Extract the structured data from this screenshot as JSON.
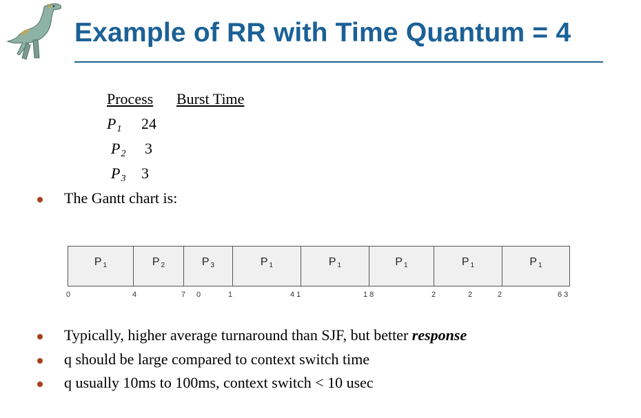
{
  "slide": {
    "title": "Example of RR with Time Quantum = 4",
    "accent_color": "#1b6196",
    "bullet_color": "#a8401d",
    "logo_icon": "dinosaur-logo"
  },
  "process_table": {
    "headers": {
      "process": "Process",
      "burst": "Burst Time"
    },
    "rows": [
      {
        "name": "P",
        "sub": "1",
        "burst": "24"
      },
      {
        "name": "P",
        "sub": "2",
        "burst": "3"
      },
      {
        "name": "P",
        "sub": "3",
        "burst": "3"
      }
    ]
  },
  "bullets": {
    "gantt_intro": "The Gantt chart is:",
    "b1_pre": "Typically, higher average turnaround than SJF, but better ",
    "b1_em": "response",
    "b2": "q should be large compared to context switch time",
    "b3": "q usually 10ms to 100ms, context switch < 10 usec"
  },
  "gantt": {
    "cells": [
      {
        "name": "P",
        "sub": "1"
      },
      {
        "name": "P",
        "sub": "2"
      },
      {
        "name": "P",
        "sub": "3"
      },
      {
        "name": "P",
        "sub": "1"
      },
      {
        "name": "P",
        "sub": "1"
      },
      {
        "name": "P",
        "sub": "1"
      },
      {
        "name": "P",
        "sub": "1"
      },
      {
        "name": "P",
        "sub": "1"
      }
    ],
    "ticks": [
      "0",
      "4",
      "7",
      "0",
      "1",
      "4 1",
      "1 8",
      "2",
      "2",
      "2",
      "6 3"
    ]
  }
}
